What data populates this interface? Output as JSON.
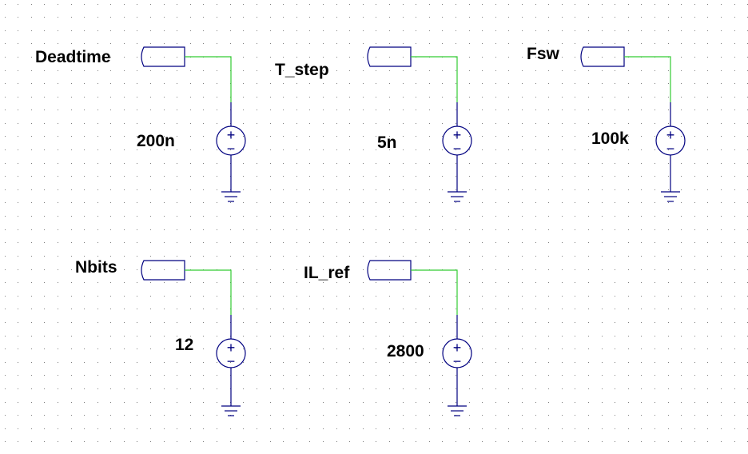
{
  "colors": {
    "background": "#ffffff",
    "grid_dot": "#7f7f7f",
    "component": "#000080",
    "wire": "#33cc33",
    "text": "#000000"
  },
  "sources": [
    {
      "net_label": "Deadtime",
      "value": "200n"
    },
    {
      "net_label": "T_step",
      "value": "5n"
    },
    {
      "net_label": "Fsw",
      "value": "100k"
    },
    {
      "net_label": "Nbits",
      "value": "12"
    },
    {
      "net_label": "IL_ref",
      "value": "2800"
    }
  ],
  "symbols": {
    "plus": "+",
    "minus": "−",
    "source_icon": "voltage-source-icon",
    "flag_icon": "net-flag-icon",
    "ground_icon": "ground-icon"
  }
}
